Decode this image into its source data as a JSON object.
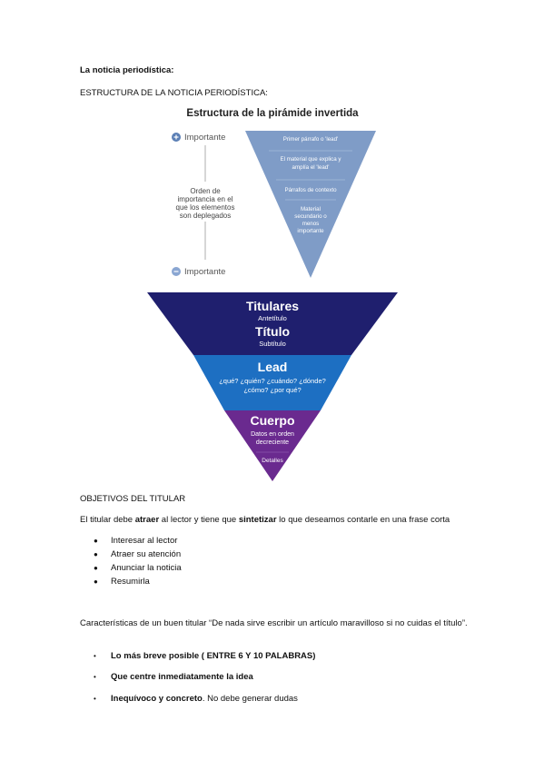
{
  "heading": "La noticia periodística:",
  "structure_title": "ESTRUCTURA DE LA NOTICIA PERIODÍSTICA:",
  "figure1": {
    "title": "Estructura de la pirámide invertida",
    "top_label": "Importante",
    "bottom_label": "Importante",
    "side_text": [
      "Orden de",
      "importancia en el",
      "que los elementos",
      "son deplegados"
    ],
    "layers": [
      [
        "Primer párrafo o 'lead'"
      ],
      [
        "El material que explica y",
        "amplía el 'lead'"
      ],
      [
        "Párrafos de contexto"
      ],
      [
        "Material",
        "secundario o",
        "menos",
        "importante"
      ]
    ],
    "colors": {
      "triangle": "#7f9cc7",
      "plus_icon": "#5b7fb5",
      "minus_icon": "#8aa6d2"
    }
  },
  "figure2": {
    "titulares": {
      "title": "Titulares",
      "sub": "Antetítulo"
    },
    "titulo": {
      "title": "Título",
      "sub": "Subtítulo"
    },
    "lead": {
      "title": "Lead",
      "line1": "¿qué? ¿quién? ¿cuándo? ¿dónde?",
      "line2": "¿cómo? ¿por qué?"
    },
    "cuerpo": {
      "title": "Cuerpo",
      "line1": "Datos en orden",
      "line2": "decreciente",
      "extra": "Detalles"
    },
    "colors": {
      "top": "#1f1f6e",
      "middle": "#1d6fc2",
      "bottom": "#6a2a8f"
    }
  },
  "objectives_title": "OBJETIVOS DEL TITULAR",
  "objectives_sentence": {
    "p1": "El titular debe ",
    "b1": "atraer",
    "p2": " al lector y tiene que ",
    "b2": "sintetizar",
    "p3": " lo que deseamos contarle en una frase corta"
  },
  "objectives_list": [
    "Interesar al lector",
    "Atraer su atención",
    "Anunciar la noticia",
    "Resumirla"
  ],
  "characteristics": "Características de un buen titular “De nada sirve escribir un artículo maravilloso si no cuidas el título”.",
  "characteristics_list": [
    {
      "bold": "Lo más breve posible ( ENTRE 6 Y 10 PALABRAS)",
      "rest": ""
    },
    {
      "bold": "Que centre inmediatamente la idea",
      "rest": ""
    },
    {
      "bold": " Inequívoco y concreto",
      "rest": ". No debe generar dudas"
    }
  ]
}
